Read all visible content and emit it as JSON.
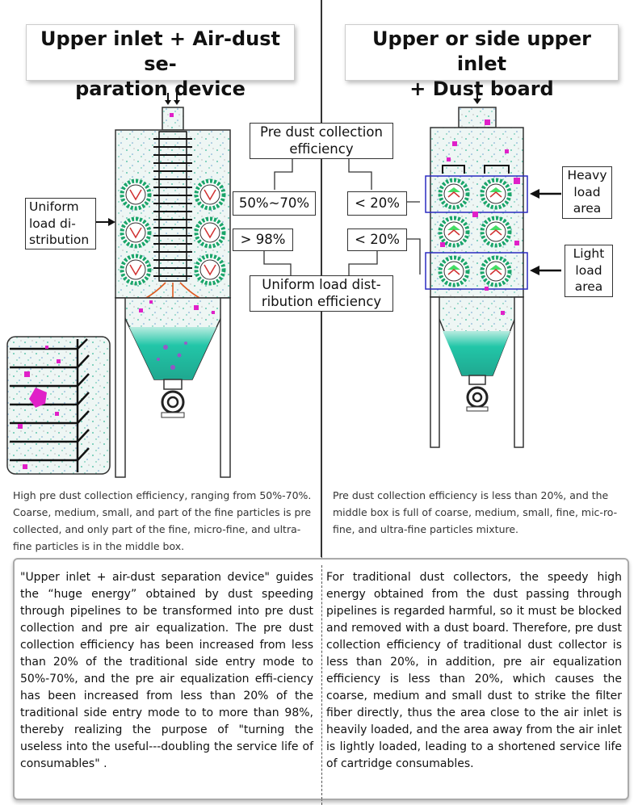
{
  "left_title": "Upper inlet + Air-dust se-\nparation device",
  "right_title": "Upper or side upper inlet\n+ Dust board",
  "labels": {
    "pre_dust": "Pre dust collection efficiency",
    "uniform": "Uniform load dist-\nribution efficiency",
    "val_left_pre": "50%~70%",
    "val_left_uniform": "> 98%",
    "val_right_pre": "< 20%",
    "val_right_uniform": "< 20%",
    "uniform_load": "Uniform\nload di-\nstribution",
    "heavy": "Heavy\nload\narea",
    "light": "Light\nload\narea"
  },
  "captions": {
    "left": "High pre dust collection efficiency, ranging from 50%-70%. Coarse, medium, small, and part of the fine particles is pre collected, and only part of the fine, micro-fine, and ultra-fine particles is in the middle box.",
    "right": "Pre dust collection efficiency is less than 20%, and the middle box is full of coarse, medium, small, fine, mic-ro-fine, and ultra-fine particles mixture."
  },
  "paragraphs": {
    "left": "\"Upper inlet + air-dust separation device\" guides the “huge energy” obtained by dust speeding through pipelines to be transformed into pre dust collection and pre air equalization. The pre dust collection efficiency has been increased from less than 20% of the traditional side entry mode to 50%-70%, and the pre air equalization effi-ciency has been increased from less than 20% of the traditional side entry mode to to more than 98%, thereby realizing the purpose of \"turning the useless into the useful---doubling the service life of consumables\" .",
    "right": "For traditional dust collectors, the speedy high energy obtained from the dust passing through pipelines is regarded harmful, so it must be blocked and removed with a dust board. Therefore, pre dust collection efficiency of traditional dust collector is less than 20%, in addition, pre air equalization efficiency is less than 20%, which causes the coarse, medium and small dust to strike the filter fiber directly, thus the area close to the air inlet is heavily loaded, and the area away from the air inlet is lightly loaded, leading to a shortened service life of cartridge consumables."
  },
  "colors": {
    "speckle_bg": "#e8f3f0",
    "hopper_teal": "#22c6a8",
    "dust_magenta": "#e020c8",
    "filter_green": "#1aa56a",
    "zone_blue": "#2a2ac0"
  }
}
